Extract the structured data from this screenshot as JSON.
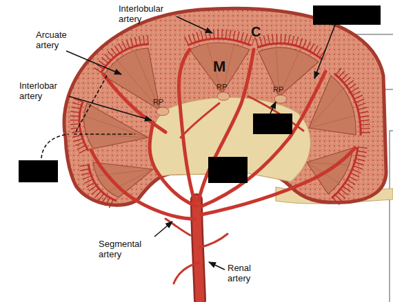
{
  "diagram": {
    "labels": [
      "Interlobular artery",
      "Arcuate artery",
      "Interlobar artery",
      "Segmental artery",
      "Renal artery",
      "C",
      "M",
      "RP",
      "RP",
      "RP"
    ]
  }
}
